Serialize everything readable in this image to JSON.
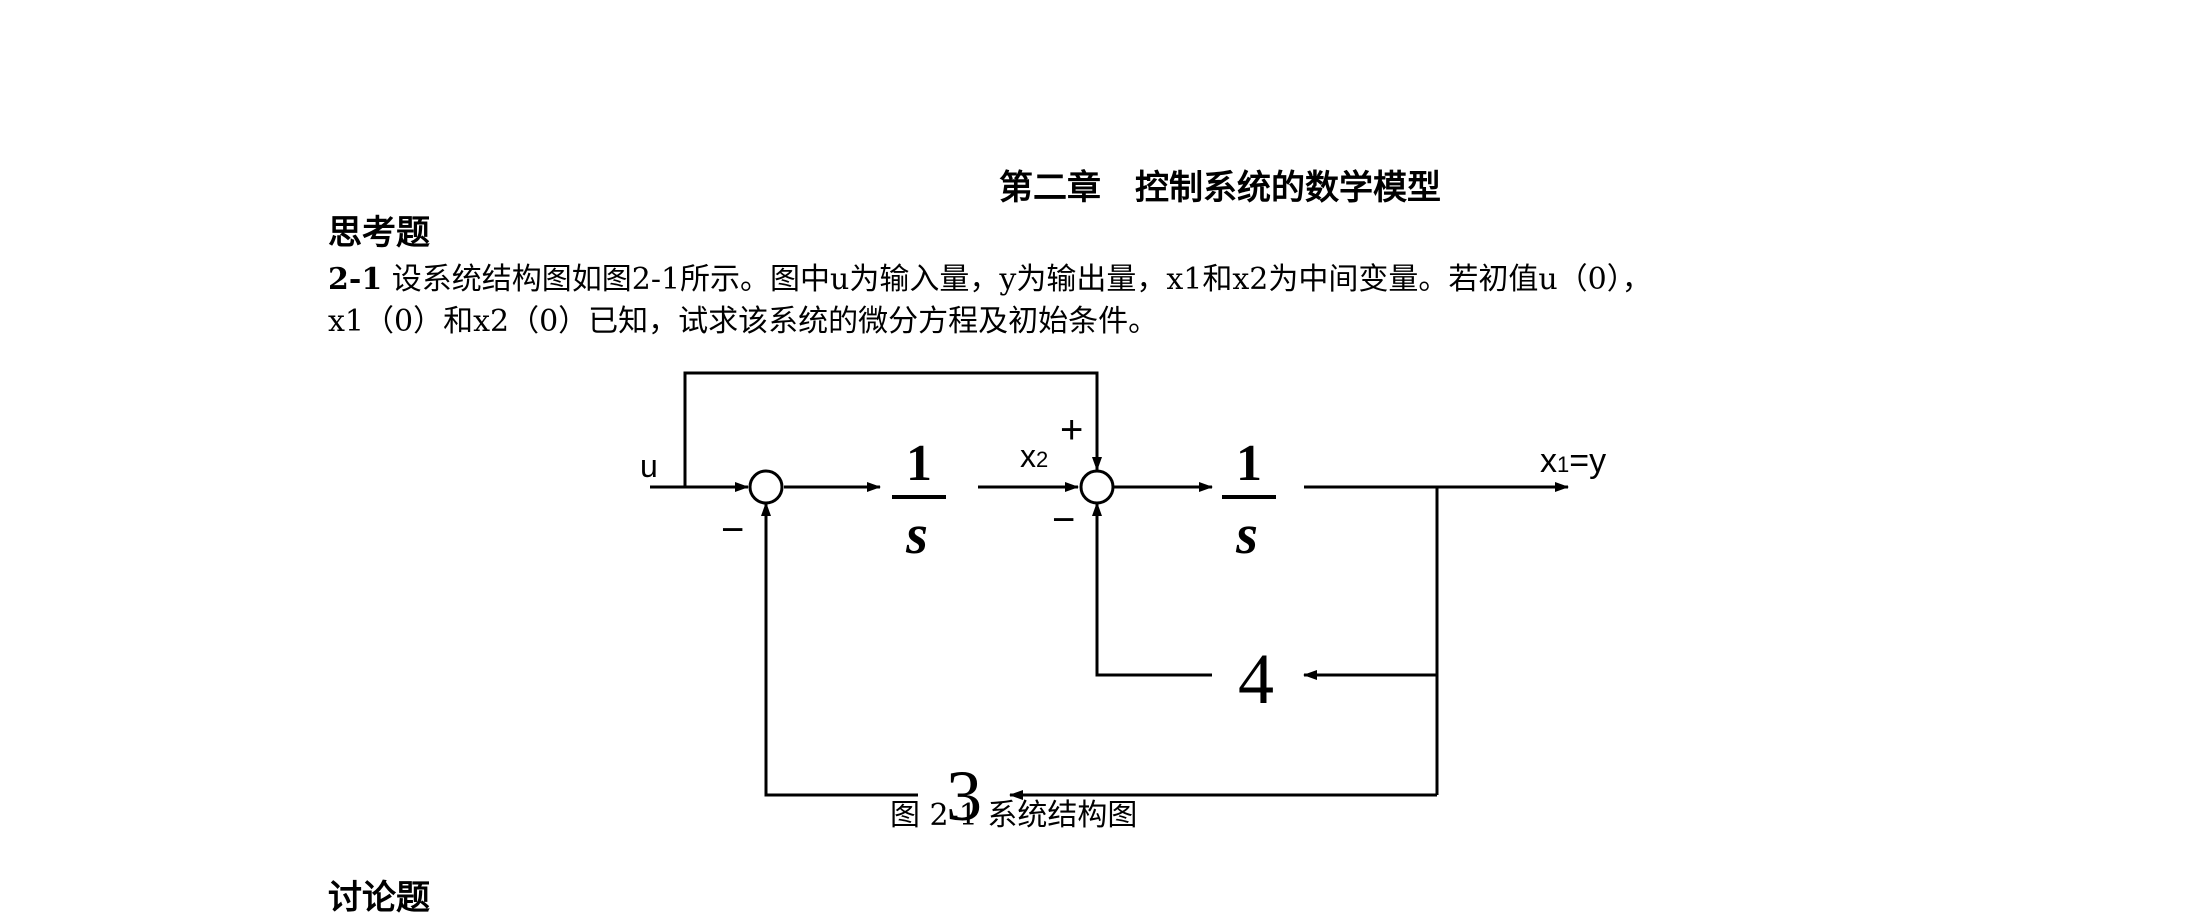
{
  "document": {
    "chapter_title": "第二章　控制系统的数学模型",
    "section_thinking": "思考题",
    "problem_number": "2-1",
    "problem_text_line1": "设系统结构图如图2-1所示。图中u为输入量，y为输出量，x1和x2为中间变量。若初值u（0），",
    "problem_text_line2": "x1（0）和x2（0）已知，试求该系统的微分方程及初始条件。",
    "figure_caption": "图 2-1  系统结构图",
    "section_discussion": "讨论题"
  },
  "diagram": {
    "input_label": "u",
    "x2_label_main": "x",
    "x2_label_sub": "2",
    "output_label_main": "x",
    "output_label_sub": "1",
    "output_label_rest": "=y",
    "plus_sign": "+",
    "minus_sign_1": "−",
    "minus_sign_2": "−",
    "block1_numerator": "1",
    "block1_denominator": "s",
    "block2_numerator": "1",
    "block2_denominator": "s",
    "gain_inner": "4",
    "gain_outer": "3"
  }
}
